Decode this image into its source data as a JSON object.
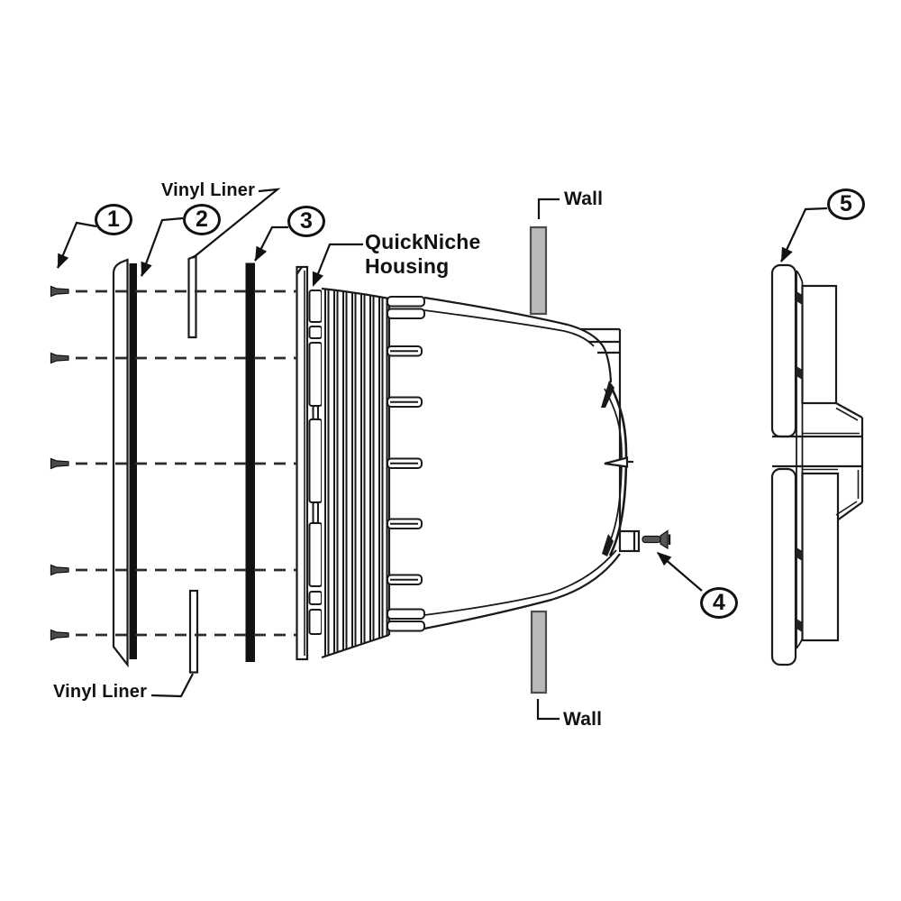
{
  "diagram": {
    "type": "exploded-parts-diagram",
    "callouts": [
      {
        "number": "1"
      },
      {
        "number": "2"
      },
      {
        "number": "3"
      },
      {
        "number": "4"
      },
      {
        "number": "5"
      }
    ],
    "labels": {
      "vinyl_liner_top": "Vinyl Liner",
      "vinyl_liner_bottom": "Vinyl Liner",
      "wall_top": "Wall",
      "wall_bottom": "Wall",
      "housing_line1": "QuickNiche",
      "housing_line2": "Housing"
    },
    "colors": {
      "line": "#1a1a1a",
      "wall_fill": "#b9b9b9",
      "wall_border": "#4d4d4d",
      "solid_part": "#111111",
      "screw_fill": "#4a4a4a",
      "background": "#ffffff"
    }
  }
}
